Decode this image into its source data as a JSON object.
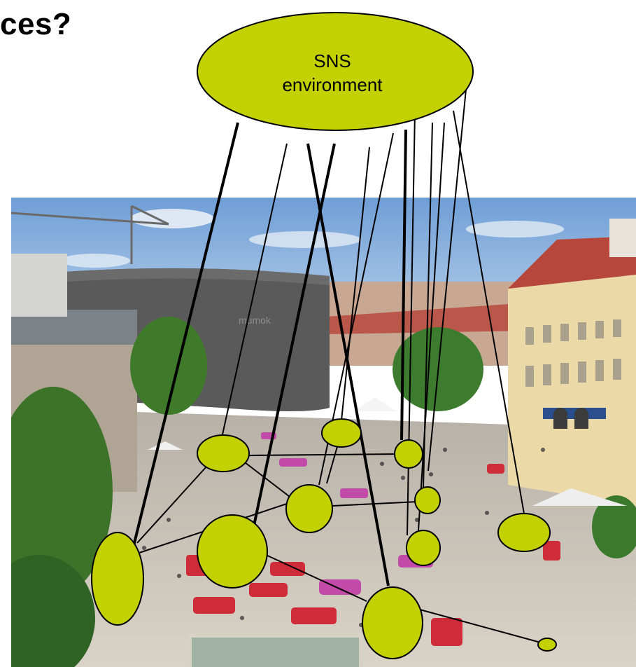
{
  "slide": {
    "title_fragment": "ces?"
  },
  "diagram": {
    "center_node": {
      "line1": "SNS",
      "line2": "environment"
    },
    "node_fill": "#c3d100",
    "link_color": "#000000"
  },
  "photo": {
    "building_sign": "mumok"
  }
}
